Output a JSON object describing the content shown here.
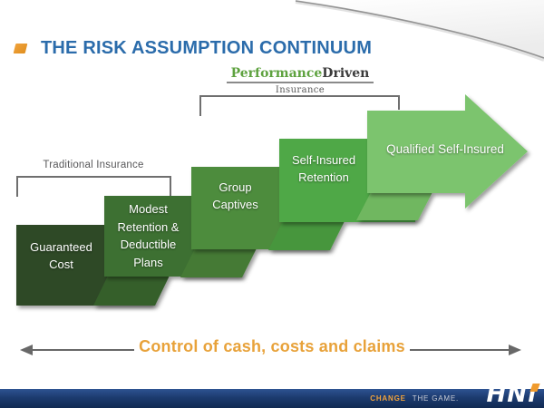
{
  "slide": {
    "title": "THE RISK ASSUMPTION CONTINUUM",
    "title_color": "#2b6cab",
    "bullet_color": "#f0a23c"
  },
  "logo": {
    "performance": "Performance",
    "driven": "Driven",
    "subtitle": "Insurance",
    "performance_color": "#5ea23f",
    "driven_color": "#3b3b3b"
  },
  "brackets": {
    "traditional_label": "Traditional Insurance"
  },
  "steps": [
    {
      "name": "guaranteed-cost",
      "label_lines": [
        "Guaranteed",
        "Cost"
      ],
      "color": "#2d4a26"
    },
    {
      "name": "modest-retention-deductible-plans",
      "label_lines": [
        "Modest",
        "Retention &",
        "Deductible",
        "Plans"
      ],
      "color": "#3d6f33",
      "fold_color": "#365f2c"
    },
    {
      "name": "group-captives",
      "label_lines": [
        "Group",
        "Captives"
      ],
      "color": "#4e8c3e",
      "fold_color": "#447a36"
    },
    {
      "name": "self-insured-retention",
      "label_lines": [
        "Self-Insured",
        "Retention"
      ],
      "color": "#4fa846",
      "fold_color": "#47963e"
    },
    {
      "name": "qualified-self-insured",
      "label_lines": [
        "Qualified Self-Insured"
      ],
      "color": "#7cc46e",
      "fold_color": "#6fb761"
    }
  ],
  "footer": {
    "text": "Control of cash, costs and claims",
    "text_color": "#e8a23a"
  },
  "bottom_bar": {
    "change": "CHANGE",
    "the_game": "THE GAME.",
    "logo_hn": "HN",
    "logo_i": "i",
    "change_color": "#f1a33c",
    "accent_color": "#f09b2e"
  }
}
